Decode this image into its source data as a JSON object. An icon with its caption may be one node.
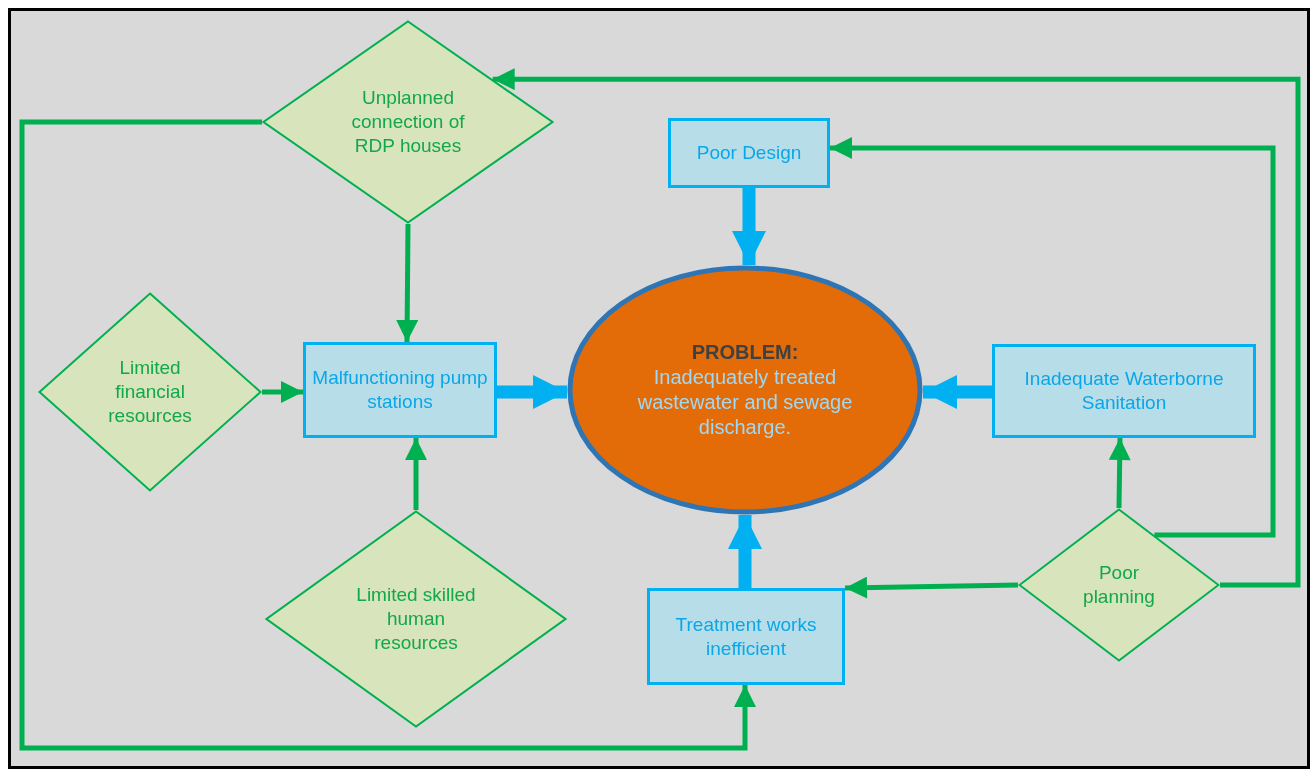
{
  "diagram": {
    "nodes": [
      {
        "text": [
          "Unplanned connection of RDP houses"
        ]
      },
      {
        "text": [
          "Poor Design"
        ]
      },
      {
        "text": [
          "Limited financial resources"
        ]
      },
      {
        "text": [
          "Malfunctioning pump stations"
        ]
      },
      {
        "text": [
          "PROBLEM:",
          "Inadequately treated wastewater and sewage discharge."
        ]
      },
      {
        "text": [
          "Inadequate Waterborne Sanitation"
        ]
      },
      {
        "text": [
          "Limited skilled human resources"
        ]
      },
      {
        "text": [
          "Poor planning"
        ]
      },
      {
        "text": [
          "Treatment works inefficient"
        ]
      }
    ],
    "edges": [
      {
        "from": 0,
        "to": 3,
        "arrow": "to"
      },
      {
        "from": 0,
        "to": 8,
        "arrow": "to"
      },
      {
        "from": 2,
        "to": 3,
        "arrow": "to"
      },
      {
        "from": 6,
        "to": 3,
        "arrow": "to"
      },
      {
        "from": 3,
        "to": 4,
        "arrow": "to",
        "style": "thick",
        "color": "#00b0f0"
      },
      {
        "from": 1,
        "to": 4,
        "arrow": "to",
        "style": "thick",
        "color": "#00b0f0"
      },
      {
        "from": 5,
        "to": 4,
        "arrow": "to",
        "style": "thick",
        "color": "#00b0f0"
      },
      {
        "from": 8,
        "to": 4,
        "arrow": "to",
        "style": "thick",
        "color": "#00b0f0"
      },
      {
        "from": 7,
        "to": 5,
        "arrow": "to"
      },
      {
        "from": 7,
        "to": 8,
        "arrow": "to"
      },
      {
        "from": 7,
        "to": 1,
        "arrow": "to"
      },
      {
        "from": 7,
        "to": 0,
        "arrow": "to"
      }
    ]
  }
}
